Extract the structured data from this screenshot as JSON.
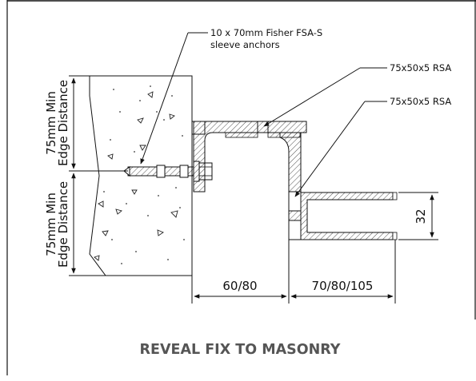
{
  "drawing": {
    "title": "REVEAL FIX  TO MASONRY",
    "anchor_note_line1": "10 x 70mm Fisher FSA-S",
    "anchor_note_line2": "sleeve anchors",
    "rsa_label_upper": "75x50x5 RSA",
    "rsa_label_lower": "75x50x5 RSA",
    "edge_distance_upper_line1": "75mm Min",
    "edge_distance_upper_line2": "Edge Distance",
    "edge_distance_lower_line1": "75mm Min",
    "edge_distance_lower_line2": "Edge Distance",
    "dim_left": "60/80",
    "dim_right": "70/80/105",
    "dim_vertical": "32"
  }
}
